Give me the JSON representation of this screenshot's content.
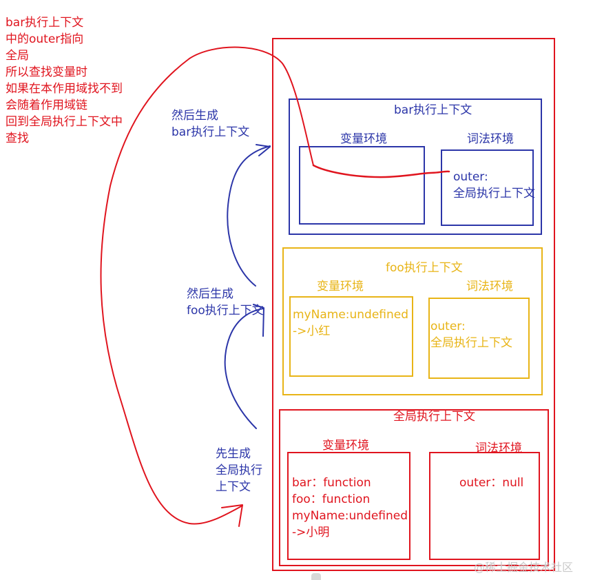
{
  "note": "bar执行上下文\n中的outer指向\n全局\n所以查找变量时\n如果在本作用域找不到\n会随着作用域链\n回到全局执行上下文中\n查找",
  "step1": "先生成\n全局执行\n上下文",
  "step2": "然后生成\nfoo执行上下文",
  "step3": "然后生成\nbar执行上下文",
  "bar_ctx": {
    "title": "bar执行上下文",
    "var_env_label": "变量环境",
    "lex_env_label": "词法环境",
    "lex_env_content": "outer:\n全局执行上下文"
  },
  "foo_ctx": {
    "title": "foo执行上下文",
    "var_env_label": "变量环境",
    "var_env_content": "myName:undefined\n->小红",
    "lex_env_label": "词法环境",
    "lex_env_content": "outer:\n全局执行上下文"
  },
  "global_ctx": {
    "title": "全局执行上下文",
    "var_env_label": "变量环境",
    "var_env_content": "bar：function\nfoo：function\nmyName:undefined\n->小明",
    "lex_env_label": "词法环境",
    "lex_env_content": "outer：null"
  },
  "watermark": "@稀土掘金技术社区",
  "colors": {
    "red": "#e0141e",
    "blue": "#2b35a8",
    "gold": "#e8b416"
  }
}
